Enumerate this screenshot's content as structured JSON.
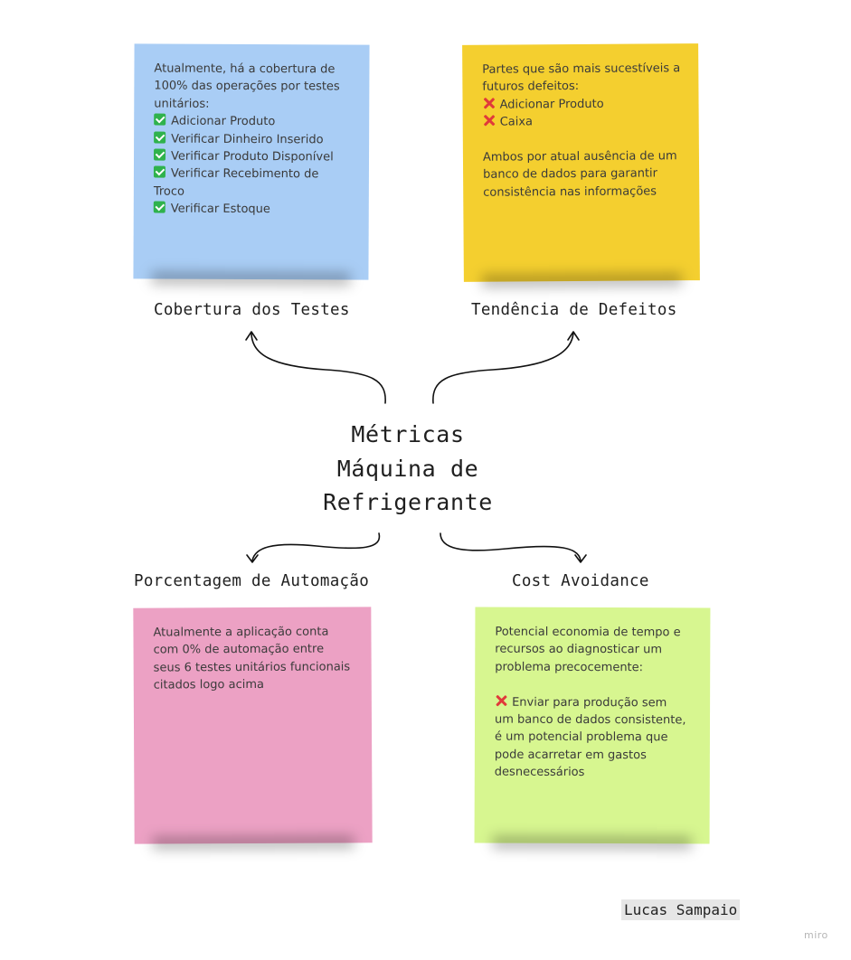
{
  "board": {
    "center_title_lines": [
      "Métricas",
      "Máquina de",
      "Refrigerante"
    ],
    "author": "Lucas Sampaio",
    "brand": "miro",
    "colors": {
      "blue_note": "#a9cdf5",
      "yellow_note": "#f4cf2f",
      "pink_note": "#eca1c4",
      "green_note": "#d7f690"
    }
  },
  "branches": {
    "coverage": {
      "label": "Cobertura dos Testes",
      "note_lines": [
        {
          "icon": "",
          "text": "Atualmente, há a cobertura de"
        },
        {
          "icon": "",
          "text": "100% das operações por testes"
        },
        {
          "icon": "",
          "text": "unitários:"
        },
        {
          "icon": "check-icon",
          "text": "Adicionar Produto"
        },
        {
          "icon": "check-icon",
          "text": "Verificar Dinheiro Inserido"
        },
        {
          "icon": "check-icon",
          "text": "Verificar Produto Disponível"
        },
        {
          "icon": "check-icon",
          "text": "Verificar Recebimento de"
        },
        {
          "icon": "",
          "text": "Troco"
        },
        {
          "icon": "check-icon",
          "text": "Verificar Estoque"
        }
      ]
    },
    "defects": {
      "label": "Tendência de Defeitos",
      "note_lines": [
        {
          "icon": "",
          "text": "Partes que são mais sucestíveis a"
        },
        {
          "icon": "",
          "text": "futuros defeitos:"
        },
        {
          "icon": "cross-icon",
          "text": "Adicionar Produto"
        },
        {
          "icon": "cross-icon",
          "text": "Caixa"
        },
        {
          "icon": "",
          "text": ""
        },
        {
          "icon": "",
          "text": "Ambos por atual ausência de um"
        },
        {
          "icon": "",
          "text": "banco de dados para garantir"
        },
        {
          "icon": "",
          "text": "consistência nas informações"
        }
      ]
    },
    "automation": {
      "label": "Porcentagem de Automação",
      "note_lines": [
        {
          "icon": "",
          "text": "Atualmente a aplicação conta"
        },
        {
          "icon": "",
          "text": "com 0% de automação entre"
        },
        {
          "icon": "",
          "text": "seus 6 testes unitários funcionais"
        },
        {
          "icon": "",
          "text": "citados logo acima"
        }
      ]
    },
    "cost": {
      "label": "Cost Avoidance",
      "note_lines": [
        {
          "icon": "",
          "text": "Potencial economia de tempo e"
        },
        {
          "icon": "",
          "text": "recursos ao diagnosticar um"
        },
        {
          "icon": "",
          "text": "problema precocemente:"
        },
        {
          "icon": "",
          "text": ""
        },
        {
          "icon": "cross-icon",
          "text": "Enviar para produção sem"
        },
        {
          "icon": "",
          "text": "um banco de dados consistente,"
        },
        {
          "icon": "",
          "text": "é um potencial problema que"
        },
        {
          "icon": "",
          "text": "pode acarretar em gastos"
        },
        {
          "icon": "",
          "text": "desnecessários"
        }
      ]
    }
  }
}
